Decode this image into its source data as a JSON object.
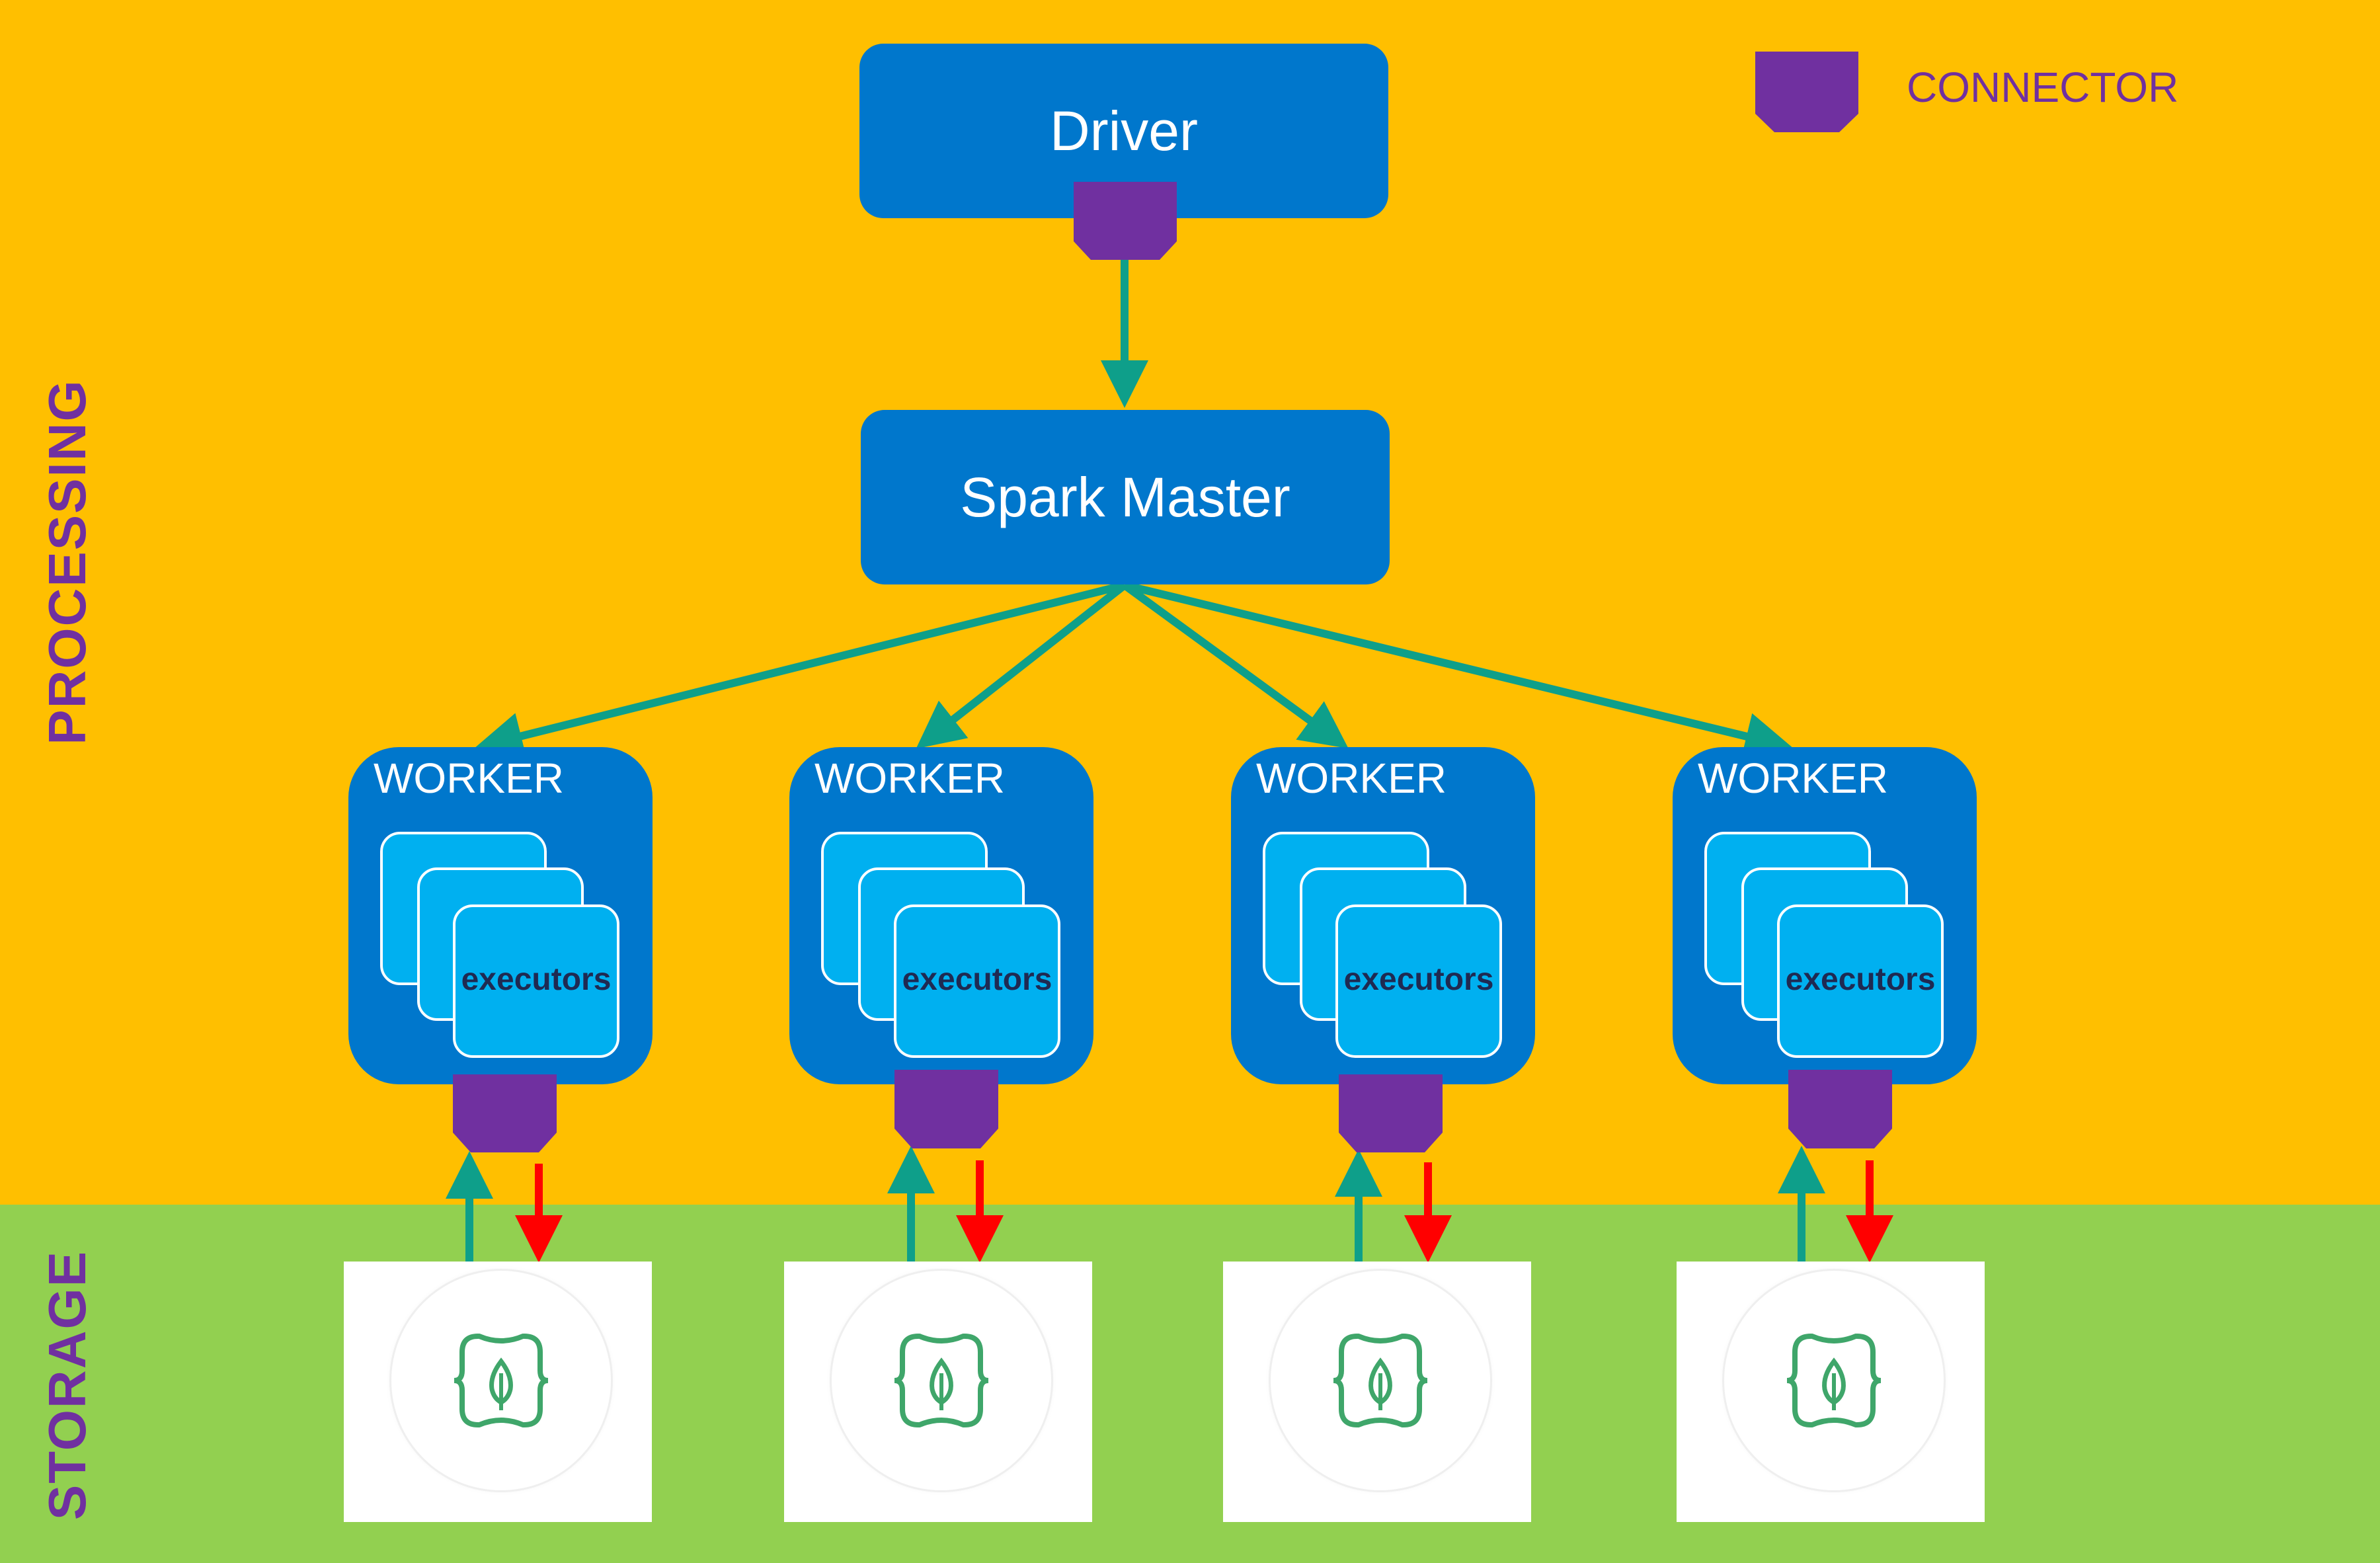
{
  "sections": {
    "processing": "PROCESSING",
    "storage": "STORAGE"
  },
  "legend": {
    "label": "CONNECTOR"
  },
  "driver": {
    "label": "Driver"
  },
  "master": {
    "label": "Spark Master"
  },
  "workers": [
    {
      "label": "WORKER",
      "executors": "executors"
    },
    {
      "label": "WORKER",
      "executors": "executors"
    },
    {
      "label": "WORKER",
      "executors": "executors"
    },
    {
      "label": "WORKER",
      "executors": "executors"
    }
  ],
  "colors": {
    "processing_bg": "#FFBF00",
    "storage_bg": "#92D050",
    "node_blue": "#0077CC",
    "executor_blue": "#00B0F0",
    "connector_purple": "#7030A0",
    "arrow_teal": "#0E9F8A",
    "arrow_red": "#FF0000",
    "db_icon_green": "#3FA66A"
  },
  "icons": {
    "connector": "connector-shape-icon",
    "database": "mongodb-leaf-database-icon"
  }
}
